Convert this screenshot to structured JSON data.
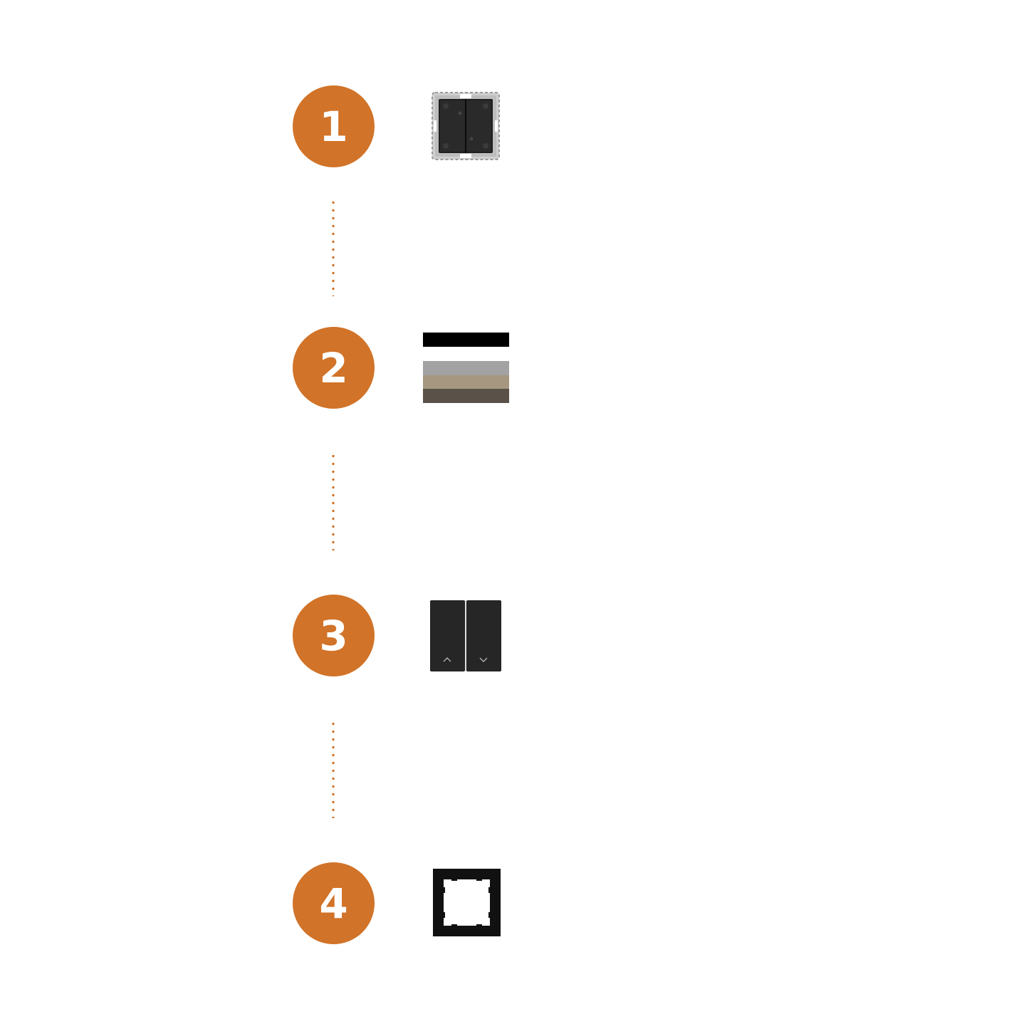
{
  "accent_color": "#d17328",
  "steps": [
    {
      "number": "1",
      "product_icon": "switch-insert-mechanism-icon"
    },
    {
      "number": "2",
      "product_icon": "color-swatch-stack-icon"
    },
    {
      "number": "3",
      "product_icon": "double-rocker-up-down-icon"
    },
    {
      "number": "4",
      "product_icon": "cover-frame-icon"
    }
  ],
  "swatch_colors": [
    "#000000",
    "#ffffff",
    "#a2a2a2",
    "#a69780",
    "#5a5249"
  ]
}
